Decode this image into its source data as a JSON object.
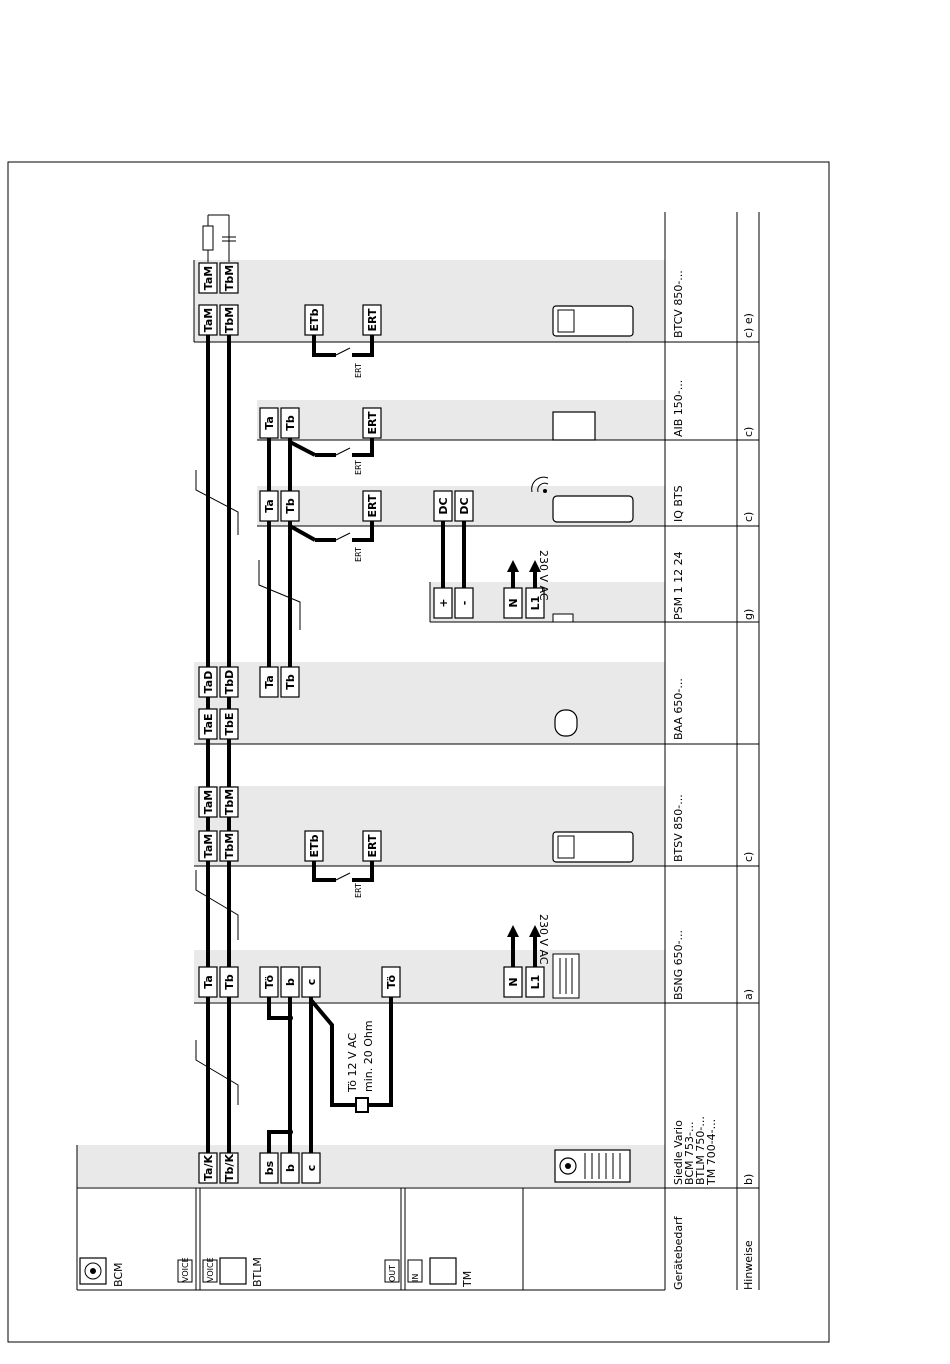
{
  "devices_row_label": "Gerätebedarf",
  "notes_row_label": "Hinweise",
  "left_modules": {
    "bcm": "BCM",
    "btlm": "BTLM",
    "tm": "TM",
    "voice_label": "VOICE",
    "out_label": "OUT",
    "in_label": "IN"
  },
  "columns": [
    {
      "device": "Siedle Vario",
      "device_lines": [
        "Siedle Vario",
        "BCM 753-...",
        "BTLM 750-...",
        "TM 700-4-..."
      ],
      "note": "b)"
    },
    {
      "device": "BSNG 650-...",
      "note": "a)"
    },
    {
      "device": "BTSV 850-...",
      "note": "c)"
    },
    {
      "device": "BAA 650-...",
      "note": ""
    },
    {
      "device": "PSM 1 12 24",
      "note": "g)"
    },
    {
      "device": "IQ BTS",
      "note": "c)"
    },
    {
      "device": "AIB 150-...",
      "note": "c)"
    },
    {
      "device": "BTCV 850-...",
      "note": "c) e)"
    }
  ],
  "terminals": {
    "vario": [
      "Ta/K",
      "Tb/K",
      "bs",
      "b",
      "c"
    ],
    "bsng": [
      "Ta",
      "Tb",
      "Tö",
      "b",
      "c",
      "Tö",
      "N",
      "L1"
    ],
    "btsv": [
      "TaM",
      "TbM",
      "TaM",
      "TbM",
      "ETb",
      "ERT"
    ],
    "baa": [
      "TaE",
      "TbE",
      "TaD",
      "TbD",
      "Ta",
      "Tb"
    ],
    "psm": [
      "+",
      "-",
      "N",
      "L1"
    ],
    "iqbts": [
      "Ta",
      "Tb",
      "ERT",
      "DC",
      "DC"
    ],
    "aib": [
      "Ta",
      "Tb",
      "ERT"
    ],
    "btcv": [
      "TaM",
      "TbM",
      "ETb",
      "ERT",
      "TaM",
      "TbM"
    ]
  },
  "annotations": {
    "to_line1": "Tö 12 V AC",
    "to_line2": "min. 20 Ohm",
    "mains_1": "230 V AC",
    "mains_2": "230 V AC",
    "ert_label": "ERT"
  }
}
